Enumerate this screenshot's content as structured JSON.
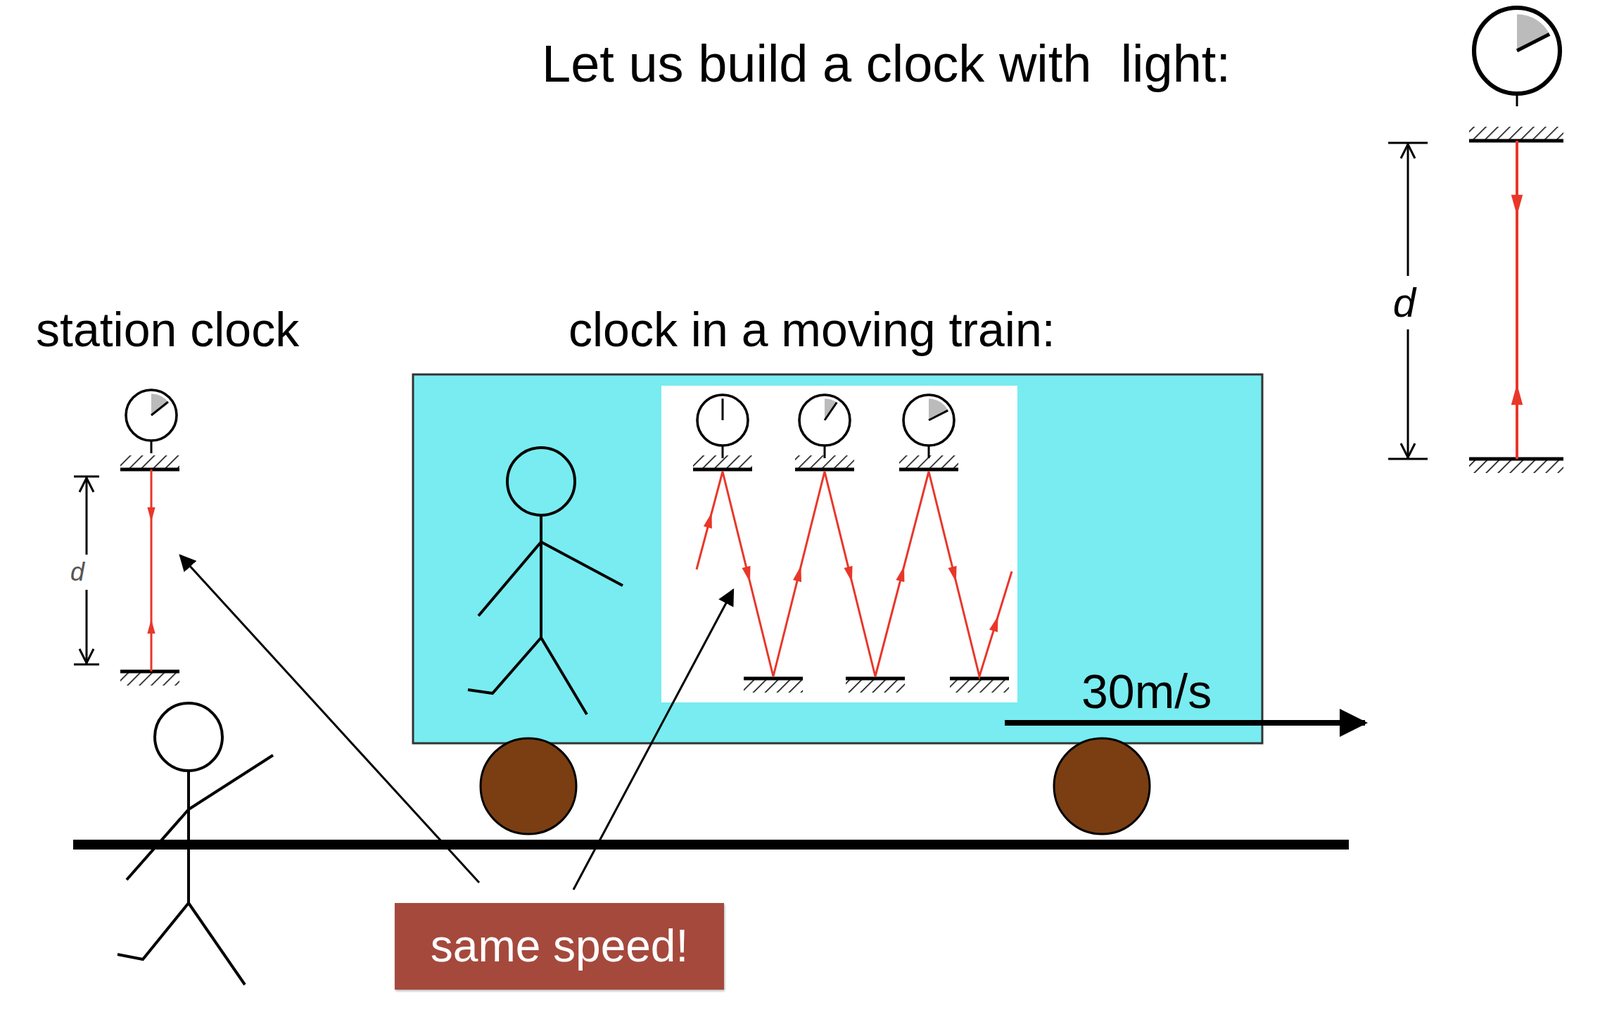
{
  "diagram": {
    "title": "Let us build a clock with  light:",
    "nodes": [
      {
        "text": [
          "same speed!"
        ]
      }
    ],
    "labels": [
      "station clock",
      "clock in a moving train:",
      "d",
      "d",
      "30m/s"
    ]
  }
}
